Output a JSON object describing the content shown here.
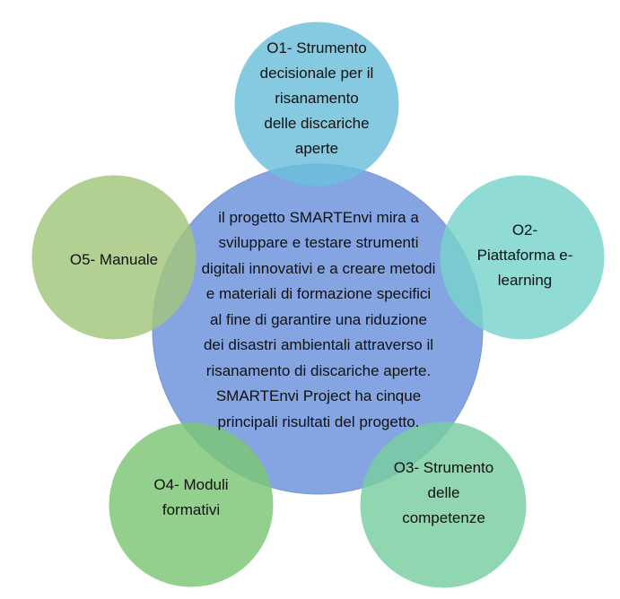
{
  "center": {
    "text": "il progetto SMARTEnvi mira a\nsviluppare e testare strumenti\ndigitali innovativi e a creare metodi\ne materiali di formazione specifici\nal fine di garantire una riduzione\ndei disastri ambientali attraverso il\nrisanamento di discariche aperte.\nSMARTEnvi Project ha cinque\nprincipali risultati del progetto.",
    "color": "#7a9ee0"
  },
  "outputs": [
    {
      "id": "o1",
      "text": "O1- Strumento\ndecisionale per il\nrisanamento\ndelle discariche\naperte",
      "color": "#6cbfdc"
    },
    {
      "id": "o2",
      "text": "O2-\nPiattaforma e-\nlearning",
      "color": "#78d4cb"
    },
    {
      "id": "o3",
      "text": "O3- Strumento\ndelle\ncompetenze",
      "color": "#78cfa0"
    },
    {
      "id": "o4",
      "text": "O4- Moduli\nformativi",
      "color": "#7cc675"
    },
    {
      "id": "o5",
      "text": "O5- Manuale",
      "color": "#a3c67c"
    }
  ]
}
